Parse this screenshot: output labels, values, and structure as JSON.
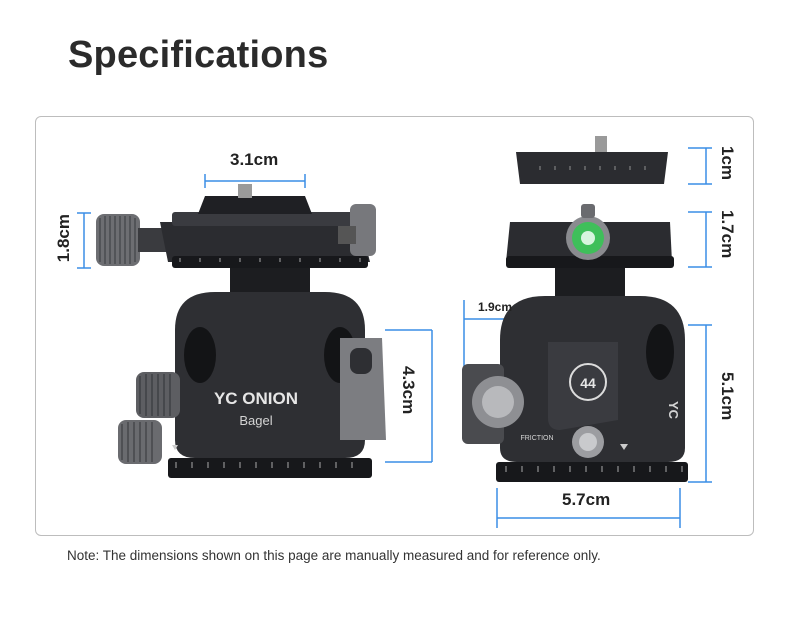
{
  "page": {
    "title": "Specifications",
    "note": "Note: The dimensions shown on this page are manually measured and for reference only."
  },
  "brand": {
    "logo_text": "YC ONION",
    "model_text": "Bagel",
    "side_logo_text": "YC",
    "badge_number": "44",
    "friction_label": "FRICTION"
  },
  "dimensions": {
    "left_plate_width": "3.1cm",
    "left_clamp_height": "1.8cm",
    "left_ball_height": "4.3cm",
    "right_plate_thickness": "1cm",
    "right_clamp_height": "1.7cm",
    "right_body_height": "5.1cm",
    "right_knob_offset": "1.9cm",
    "right_base_width": "5.7cm"
  },
  "colors": {
    "measure_line": "#3a8ee6",
    "body_dark": "#2e2f33",
    "level_green": "#3fbf5a"
  }
}
